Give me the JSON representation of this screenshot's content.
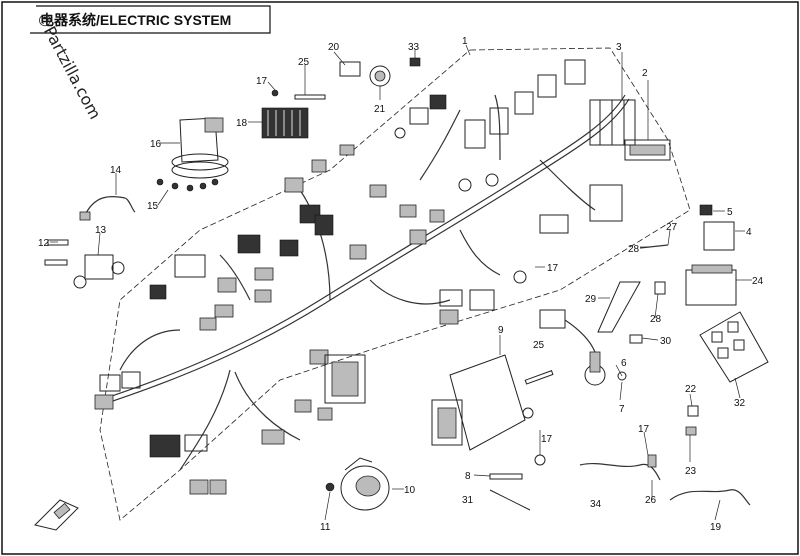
{
  "title": "电器系统/ELECTRIC SYSTEM",
  "watermark": "©Partzilla.com",
  "callouts": [
    {
      "id": "c1",
      "text": "1"
    },
    {
      "id": "c2",
      "text": "2"
    },
    {
      "id": "c3",
      "text": "3"
    },
    {
      "id": "c4",
      "text": "4"
    },
    {
      "id": "c5",
      "text": "5"
    },
    {
      "id": "c6",
      "text": "6"
    },
    {
      "id": "c7",
      "text": "7"
    },
    {
      "id": "c8",
      "text": "8"
    },
    {
      "id": "c9",
      "text": "9"
    },
    {
      "id": "c10",
      "text": "10"
    },
    {
      "id": "c11",
      "text": "11"
    },
    {
      "id": "c12",
      "text": "12"
    },
    {
      "id": "c13",
      "text": "13"
    },
    {
      "id": "c14",
      "text": "14"
    },
    {
      "id": "c15",
      "text": "15"
    },
    {
      "id": "c16",
      "text": "16"
    },
    {
      "id": "c17a",
      "text": "17"
    },
    {
      "id": "c17b",
      "text": "17"
    },
    {
      "id": "c17c",
      "text": "17"
    },
    {
      "id": "c17d",
      "text": "17"
    },
    {
      "id": "c18",
      "text": "18"
    },
    {
      "id": "c19",
      "text": "19"
    },
    {
      "id": "c20",
      "text": "20"
    },
    {
      "id": "c21",
      "text": "21"
    },
    {
      "id": "c22",
      "text": "22"
    },
    {
      "id": "c23",
      "text": "23"
    },
    {
      "id": "c24",
      "text": "24"
    },
    {
      "id": "c25a",
      "text": "25"
    },
    {
      "id": "c25b",
      "text": "25"
    },
    {
      "id": "c26",
      "text": "26"
    },
    {
      "id": "c27",
      "text": "27"
    },
    {
      "id": "c28a",
      "text": "28"
    },
    {
      "id": "c28b",
      "text": "28"
    },
    {
      "id": "c29",
      "text": "29"
    },
    {
      "id": "c30",
      "text": "30"
    },
    {
      "id": "c31",
      "text": "31"
    },
    {
      "id": "c32",
      "text": "32"
    },
    {
      "id": "c33",
      "text": "33"
    },
    {
      "id": "c34",
      "text": "34"
    }
  ]
}
